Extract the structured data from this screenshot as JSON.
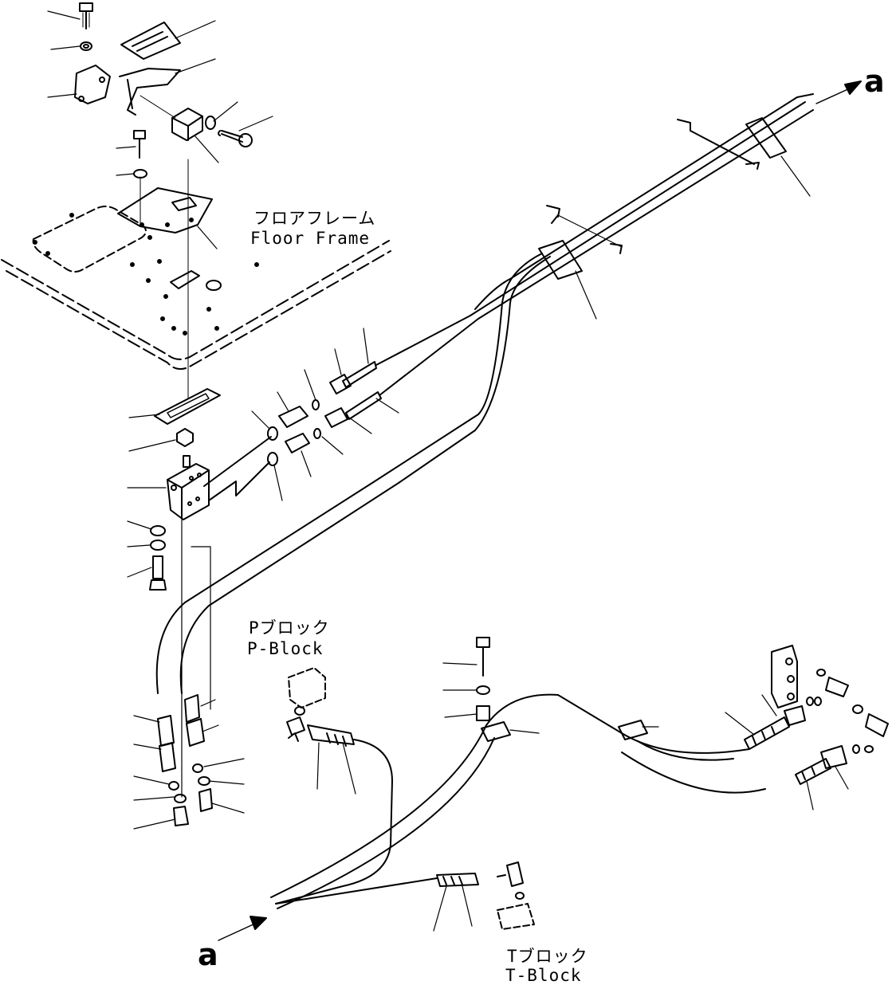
{
  "labels": {
    "floor_frame_jp": "フロアフレーム",
    "floor_frame_en": "Floor Frame",
    "p_block_jp": "Pブロック",
    "p_block_en": "P-Block",
    "t_block_jp": "Tブロック",
    "t_block_en": "T-Block",
    "ref_top": "a",
    "ref_bottom": "a"
  }
}
